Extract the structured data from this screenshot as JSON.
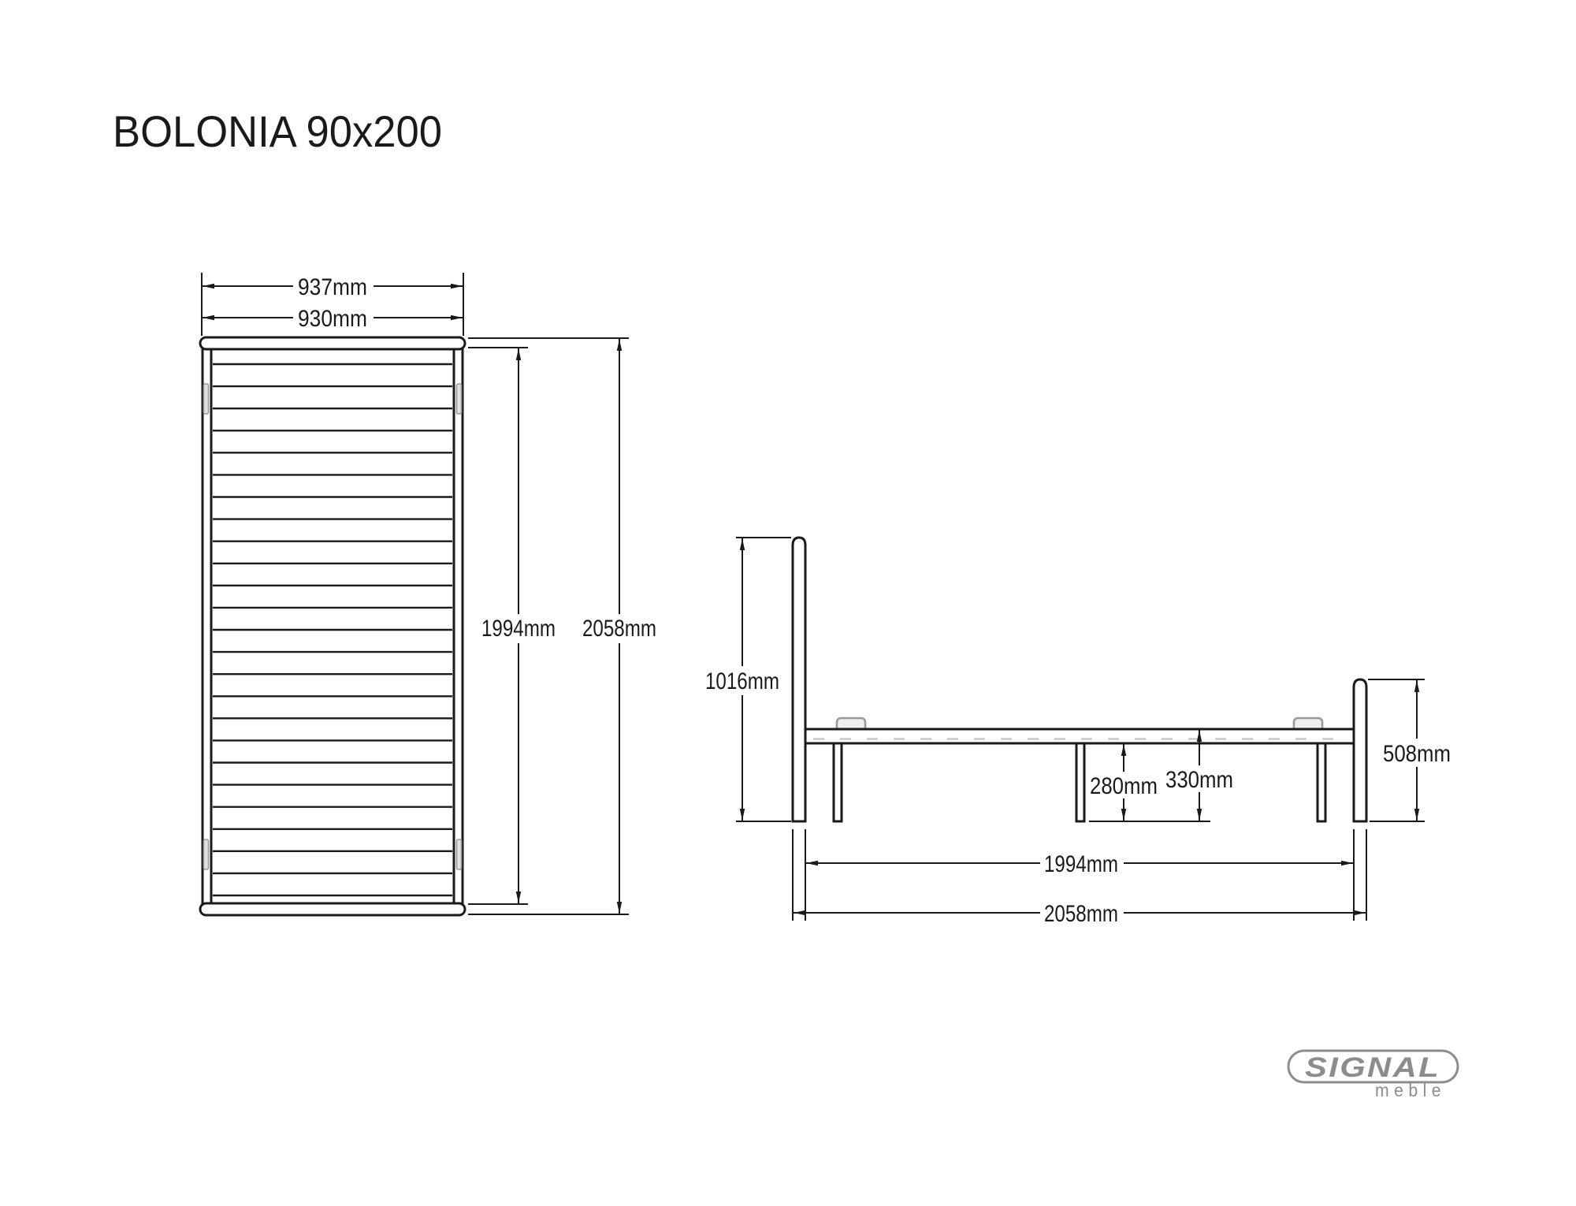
{
  "title": "BOLONIA 90x200",
  "views": {
    "top": {
      "name": "top-view",
      "dim_width_outer": "937mm",
      "dim_width_inner": "930mm",
      "dim_length_slats": "1994mm",
      "dim_length_outer": "2058mm",
      "slat_count": 25
    },
    "side": {
      "name": "side-view",
      "dim_headboard_height": "1016mm",
      "dim_footboard_height": "508mm",
      "dim_floor_to_rail_bottom": "280mm",
      "dim_floor_to_rail_top": "330mm",
      "dim_length_inner": "1994mm",
      "dim_length_outer": "2058mm"
    }
  },
  "logo": {
    "brand": "SIGNAL",
    "subtitle": "meble"
  },
  "colors": {
    "background": "#ffffff",
    "line": "#1a1a1a",
    "bracket": "#9a9a9a",
    "logo": "#8c8c8c"
  }
}
